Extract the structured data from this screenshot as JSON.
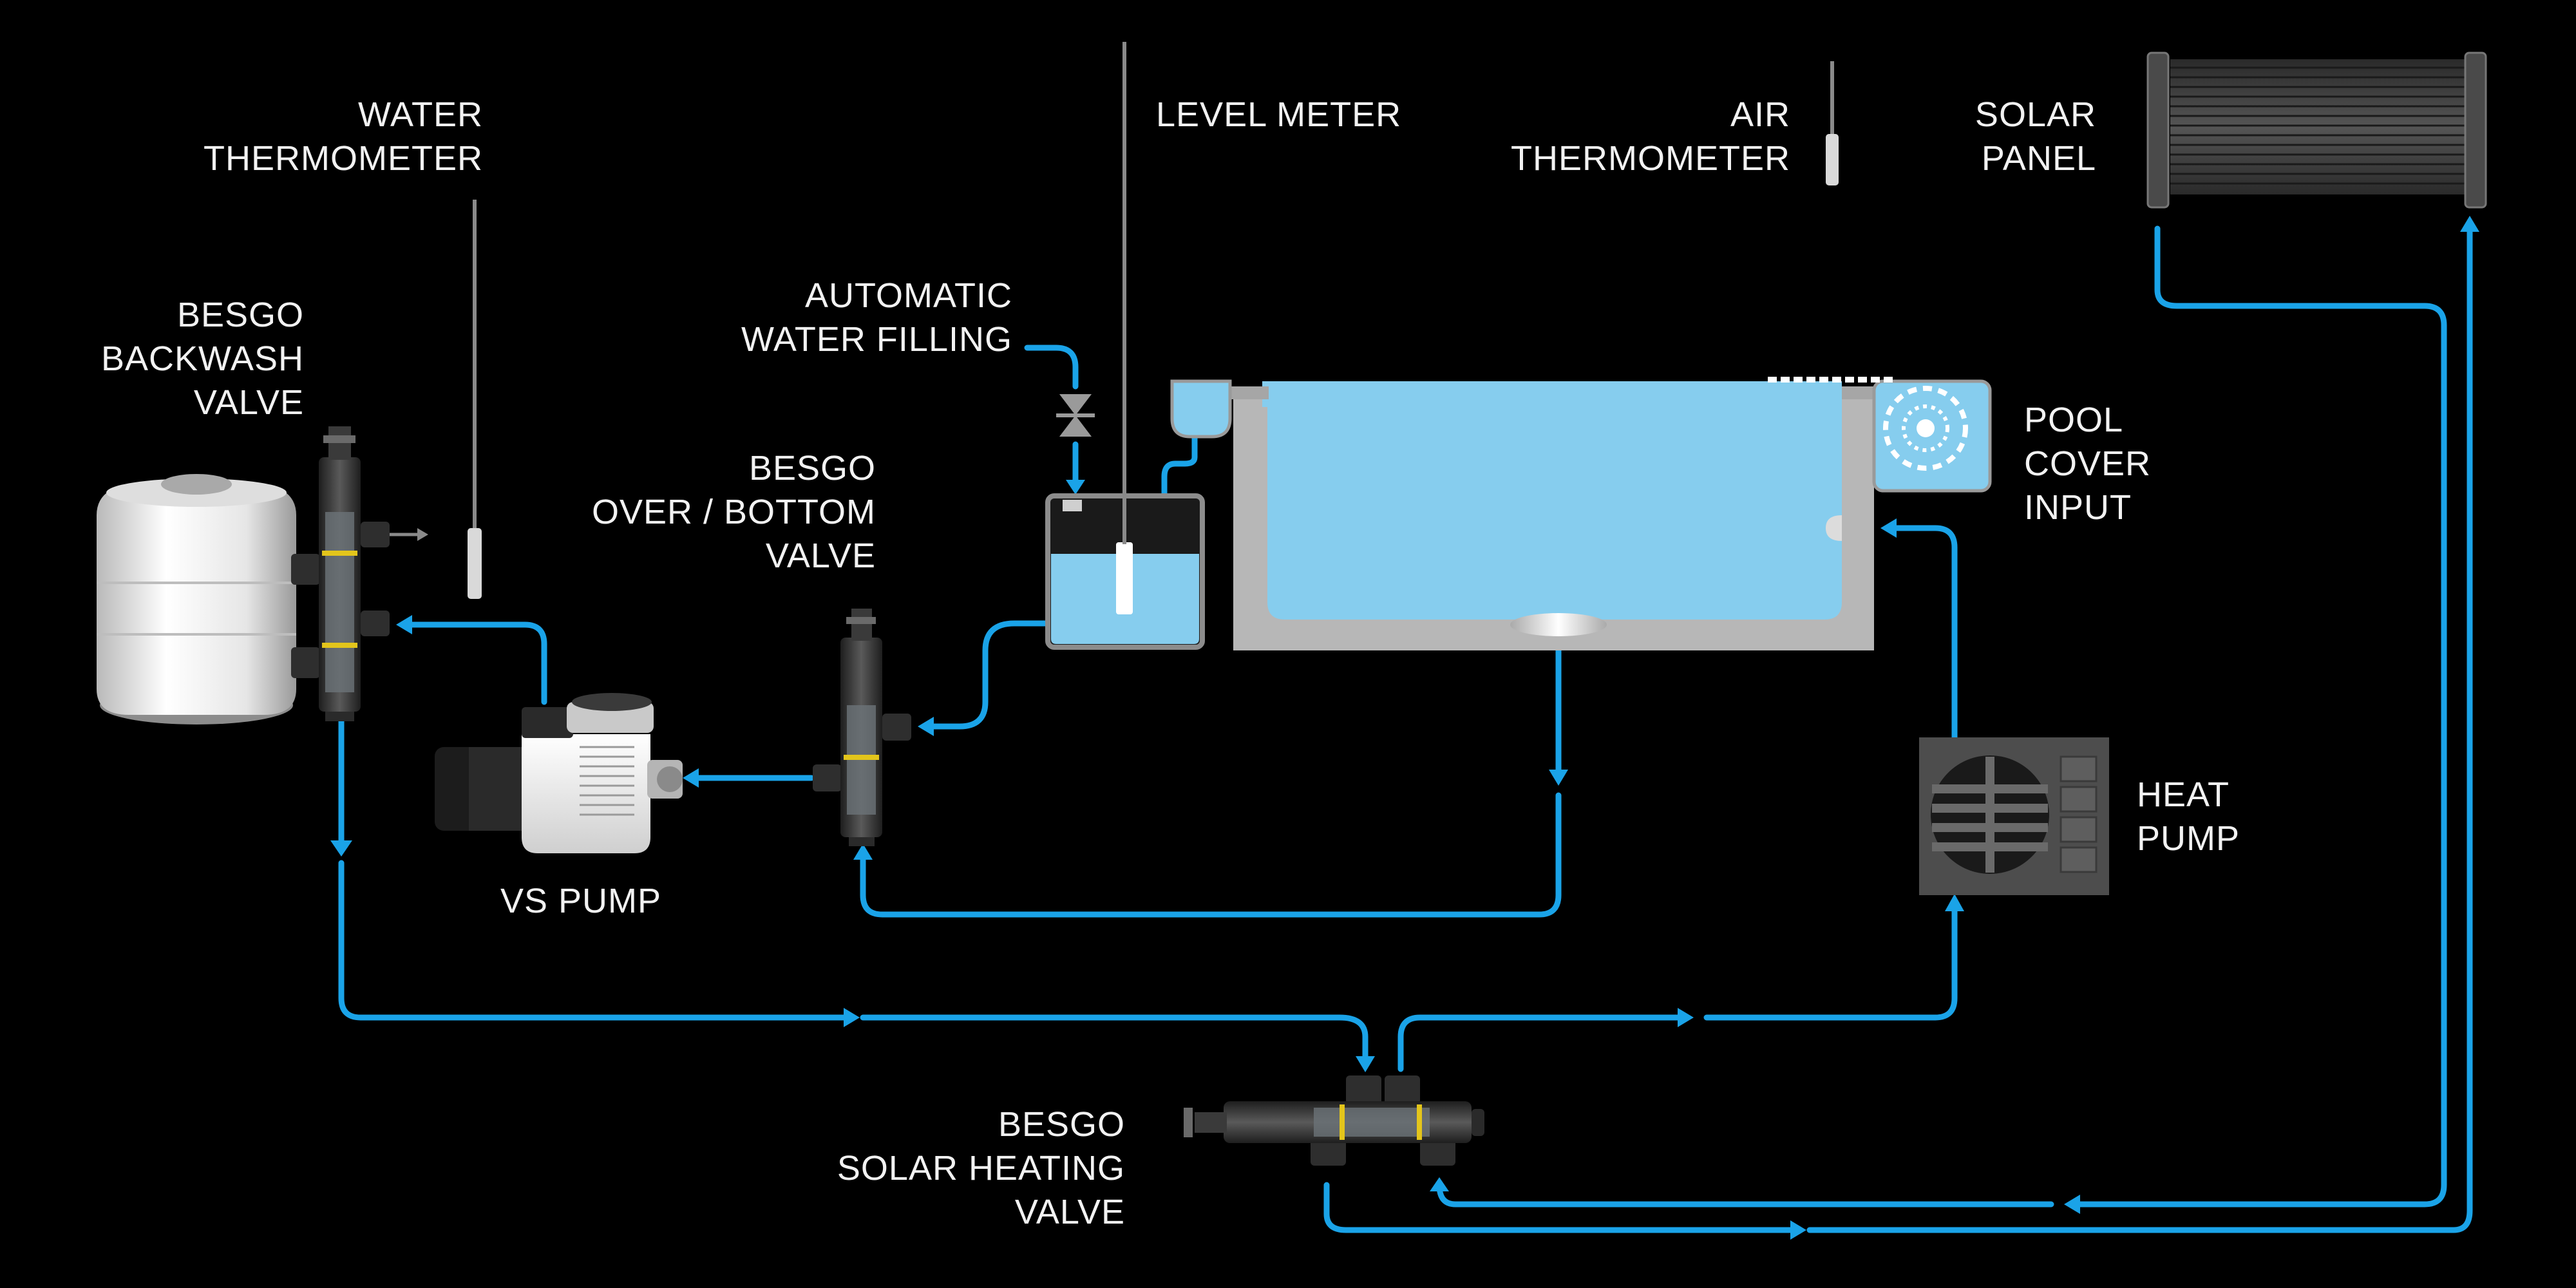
{
  "labels": {
    "water_thermometer": [
      "WATER",
      "THERMOMETER"
    ],
    "level_meter": [
      "LEVEL METER"
    ],
    "air_thermometer": [
      "AIR",
      "THERMOMETER"
    ],
    "solar_panel": [
      "SOLAR",
      "PANEL"
    ],
    "backwash_valve": [
      "BESGO",
      "BACKWASH",
      "VALVE"
    ],
    "automatic_water_filling": [
      "AUTOMATIC",
      "WATER FILLING"
    ],
    "over_bottom_valve": [
      "BESGO",
      "OVER / BOTTOM",
      "VALVE"
    ],
    "pool_cover_input": [
      "POOL",
      "COVER",
      "INPUT"
    ],
    "vs_pump": [
      "VS PUMP"
    ],
    "heat_pump": [
      "HEAT",
      "PUMP"
    ],
    "solar_heating_valve": [
      "BESGO",
      "SOLAR HEATING",
      "VALVE"
    ]
  },
  "colors": {
    "background": "#000000",
    "pipe": "#1aa3e8",
    "water": "#86cdee",
    "pool_shell": "#b7b7b7",
    "valve_body": "#3b3b3b",
    "valve_ring": "#e3c51b",
    "label": "#f2f2f2"
  }
}
